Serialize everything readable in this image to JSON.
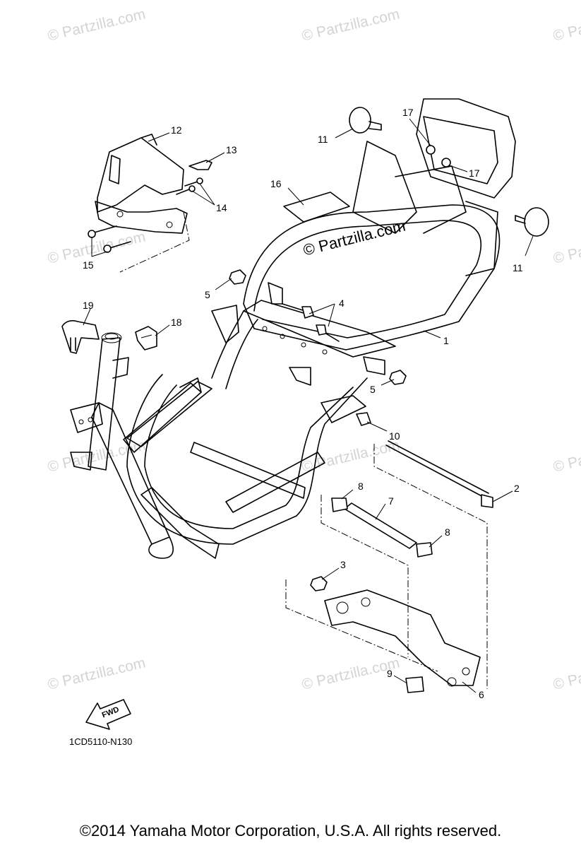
{
  "watermark_text": "© Partzilla.com",
  "center_watermark": "© Partzilla.com",
  "diagram_code": "1CD5110-N130",
  "fwd_label": "FWD",
  "footer": "©2014  Yamaha Motor Corporation, U.S.A. All rights reserved.",
  "callouts": {
    "c1": "1",
    "c2": "2",
    "c3": "3",
    "c4": "4",
    "c5a": "5",
    "c5b": "5",
    "c6": "6",
    "c7": "7",
    "c8a": "8",
    "c8b": "8",
    "c9": "9",
    "c10": "10",
    "c11a": "11",
    "c11b": "11",
    "c12": "12",
    "c13": "13",
    "c14": "14",
    "c15": "15",
    "c16": "16",
    "c17a": "17",
    "c17b": "17",
    "c18": "18",
    "c19": "19"
  }
}
